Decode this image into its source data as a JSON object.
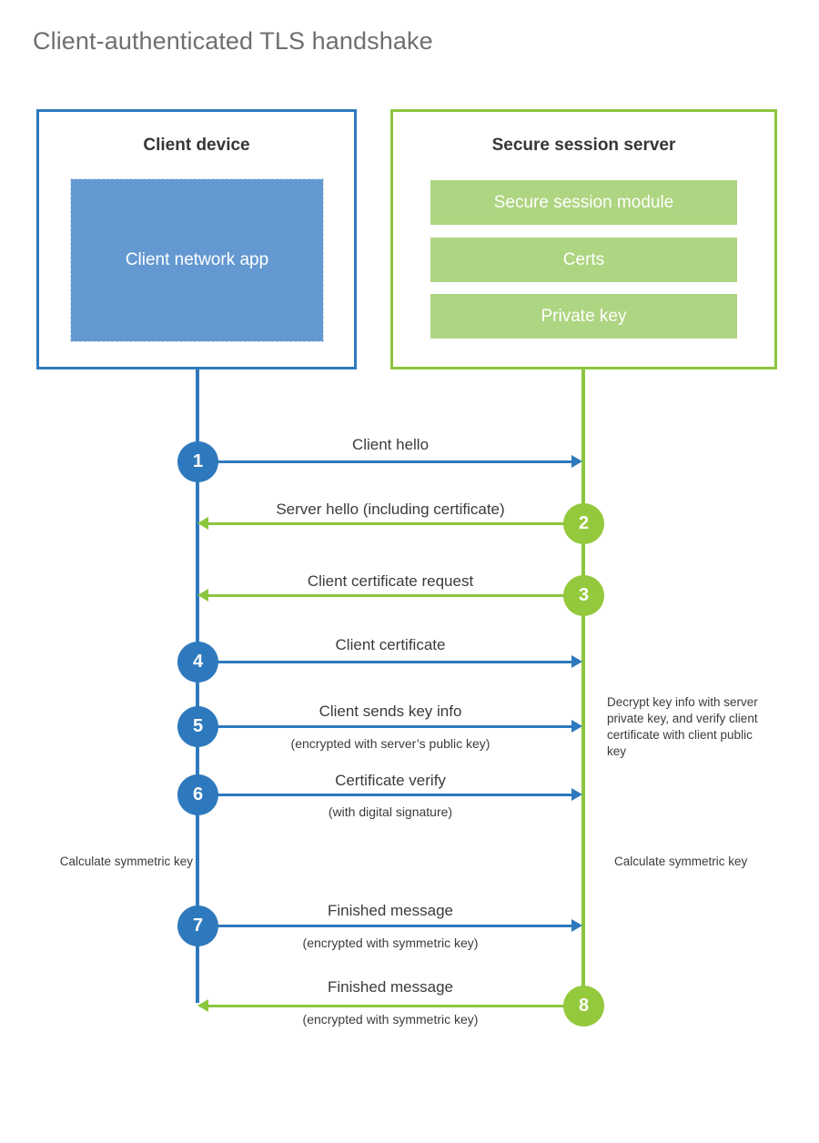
{
  "diagram": {
    "title": "Client-authenticated TLS handshake",
    "colors": {
      "client_blue": "#2e79bd",
      "server_green": "#8cc63e",
      "client_app_fill": "#6399d0",
      "server_bar_fill": "#aed581",
      "step_blue": "#2e79bd",
      "step_green": "#95c93d",
      "title_gray": "#6e6f71",
      "text_dark": "#3b3b3b",
      "background": "#ffffff"
    }
  },
  "client": {
    "title": "Client device",
    "app_label": "Client network app"
  },
  "server": {
    "title": "Secure session server",
    "modules": [
      {
        "label": "Secure session module"
      },
      {
        "label": "Certs"
      },
      {
        "label": "Private key"
      }
    ]
  },
  "steps": [
    {
      "number": "1",
      "label": "Client hello",
      "sub": "",
      "direction": "client-to-server",
      "color": "blue"
    },
    {
      "number": "2",
      "label": "Server hello (including certificate)",
      "sub": "",
      "direction": "server-to-client",
      "color": "green"
    },
    {
      "number": "3",
      "label": "Client certificate request",
      "sub": "",
      "direction": "server-to-client",
      "color": "green"
    },
    {
      "number": "4",
      "label": "Client certificate",
      "sub": "",
      "direction": "client-to-server",
      "color": "blue"
    },
    {
      "number": "5",
      "label": "Client sends key info",
      "sub": "(encrypted with server’s public key)",
      "direction": "client-to-server",
      "color": "blue"
    },
    {
      "number": "6",
      "label": "Certificate verify",
      "sub": "(with digital signature)",
      "direction": "client-to-server",
      "color": "blue"
    },
    {
      "number": "7",
      "label": "Finished message",
      "sub": "(encrypted with symmetric key)",
      "direction": "client-to-server",
      "color": "blue"
    },
    {
      "number": "8",
      "label": "Finished message",
      "sub": "(encrypted with symmetric key)",
      "direction": "server-to-client",
      "color": "green"
    }
  ],
  "notes": {
    "server_decrypt": "Decrypt key info with server private key, and verify client certificate with client public key",
    "client_calculate": "Calculate symmetric key",
    "server_calculate": "Calculate symmetric key"
  }
}
